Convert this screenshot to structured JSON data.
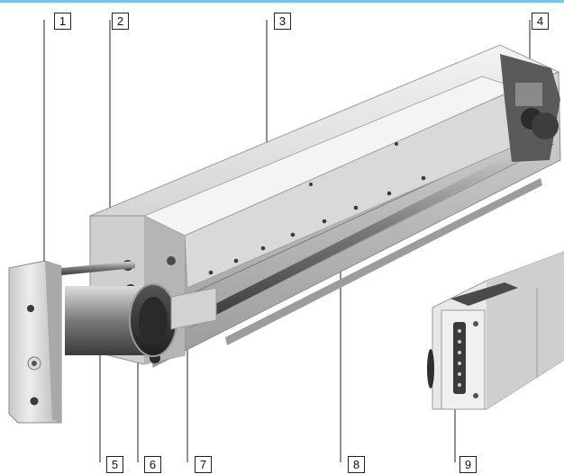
{
  "callouts": [
    {
      "id": "1",
      "label": "1"
    },
    {
      "id": "2",
      "label": "2"
    },
    {
      "id": "3",
      "label": "3"
    },
    {
      "id": "4",
      "label": "4"
    },
    {
      "id": "5",
      "label": "5"
    },
    {
      "id": "6",
      "label": "6"
    },
    {
      "id": "7",
      "label": "7"
    },
    {
      "id": "8",
      "label": "8"
    },
    {
      "id": "9",
      "label": "9"
    }
  ],
  "colors": {
    "accent_bar": "#7ec3e0",
    "metal_light": "#e6e6e6",
    "metal_mid": "#bdbdbd",
    "metal_dark": "#6e6e6e",
    "shadow": "#2f2f2f"
  }
}
